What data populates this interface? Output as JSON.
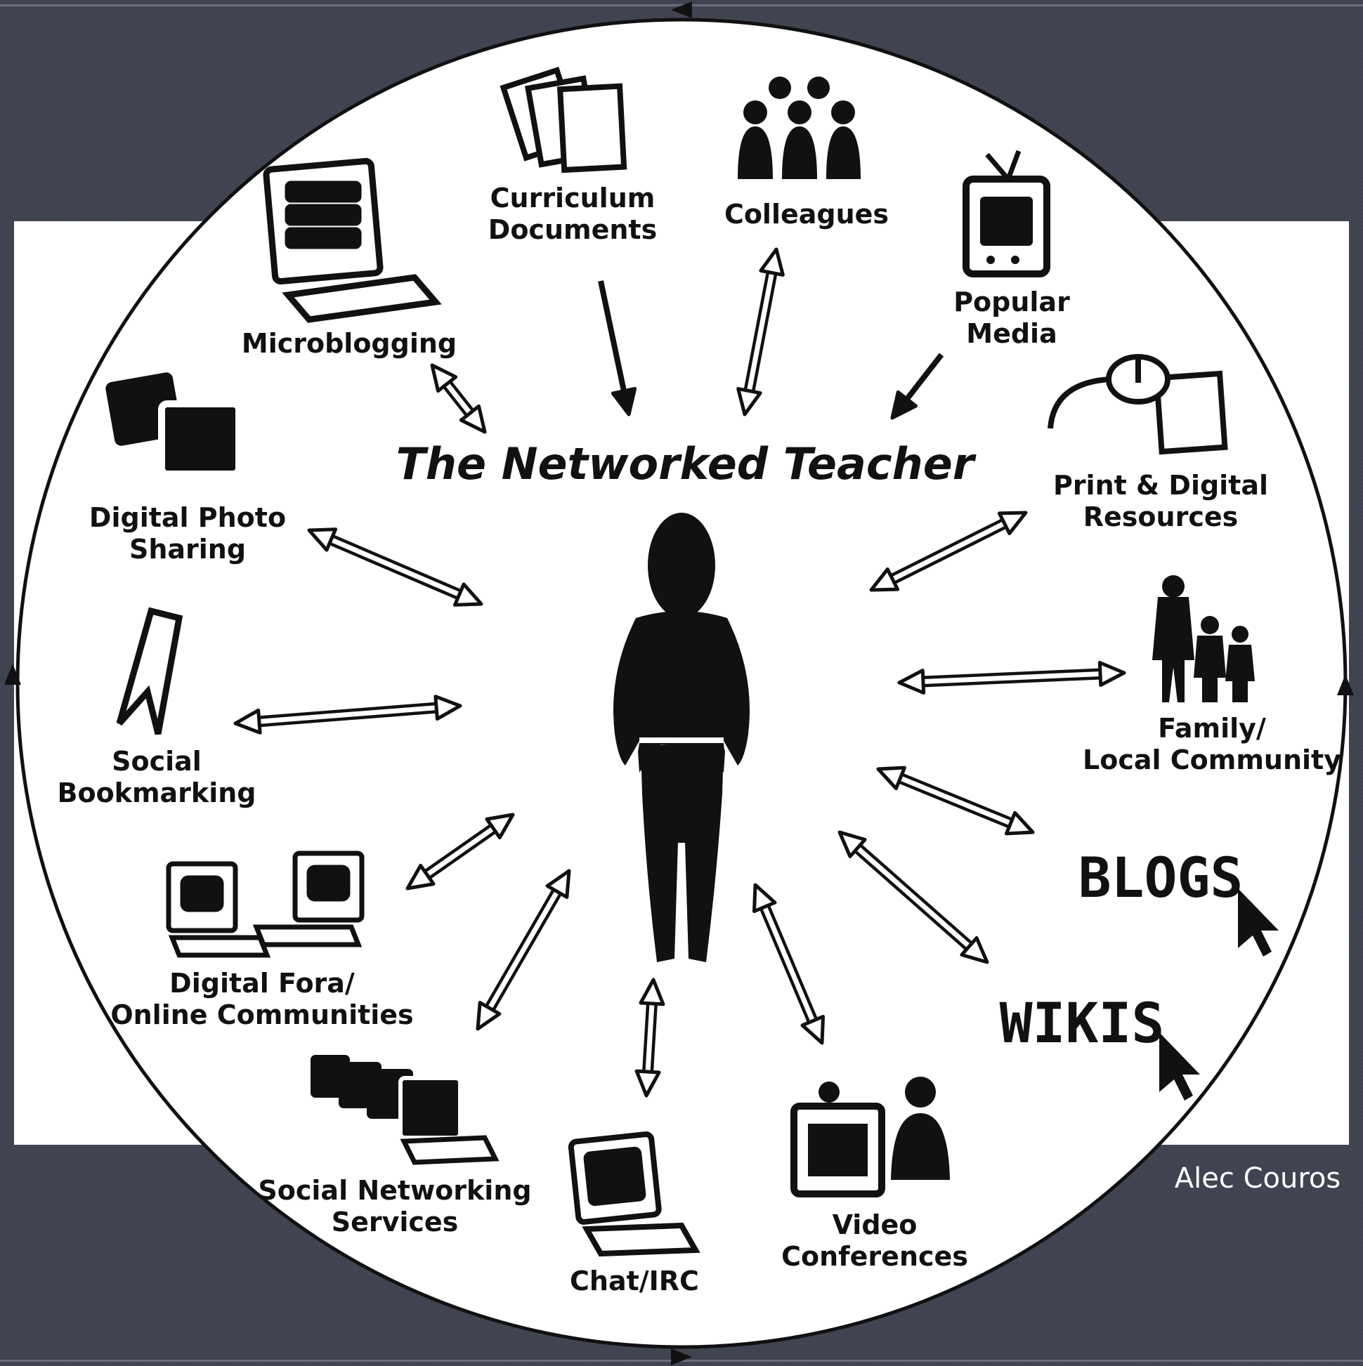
{
  "title": "The Networked Teacher",
  "credit": "Alec Couros",
  "nodes": {
    "curriculum": [
      "Curriculum",
      "Documents"
    ],
    "colleagues": [
      "Colleagues"
    ],
    "popular_media": [
      "Popular",
      "Media"
    ],
    "microblogging": [
      "Microblogging"
    ],
    "print_digital": [
      "Print & Digital",
      "Resources"
    ],
    "photo_sharing": [
      "Digital Photo",
      "Sharing"
    ],
    "family": [
      "Family/",
      "Local Community"
    ],
    "bookmarking": [
      "Social",
      "Bookmarking"
    ],
    "blogs": "BLOGS",
    "wikis": "WIKIS",
    "fora": [
      "Digital Fora/",
      "Online Communities"
    ],
    "social_networking": [
      "Social Networking",
      "Services"
    ],
    "chat": [
      "Chat/IRC"
    ],
    "video": [
      "Video",
      "Conferences"
    ]
  }
}
